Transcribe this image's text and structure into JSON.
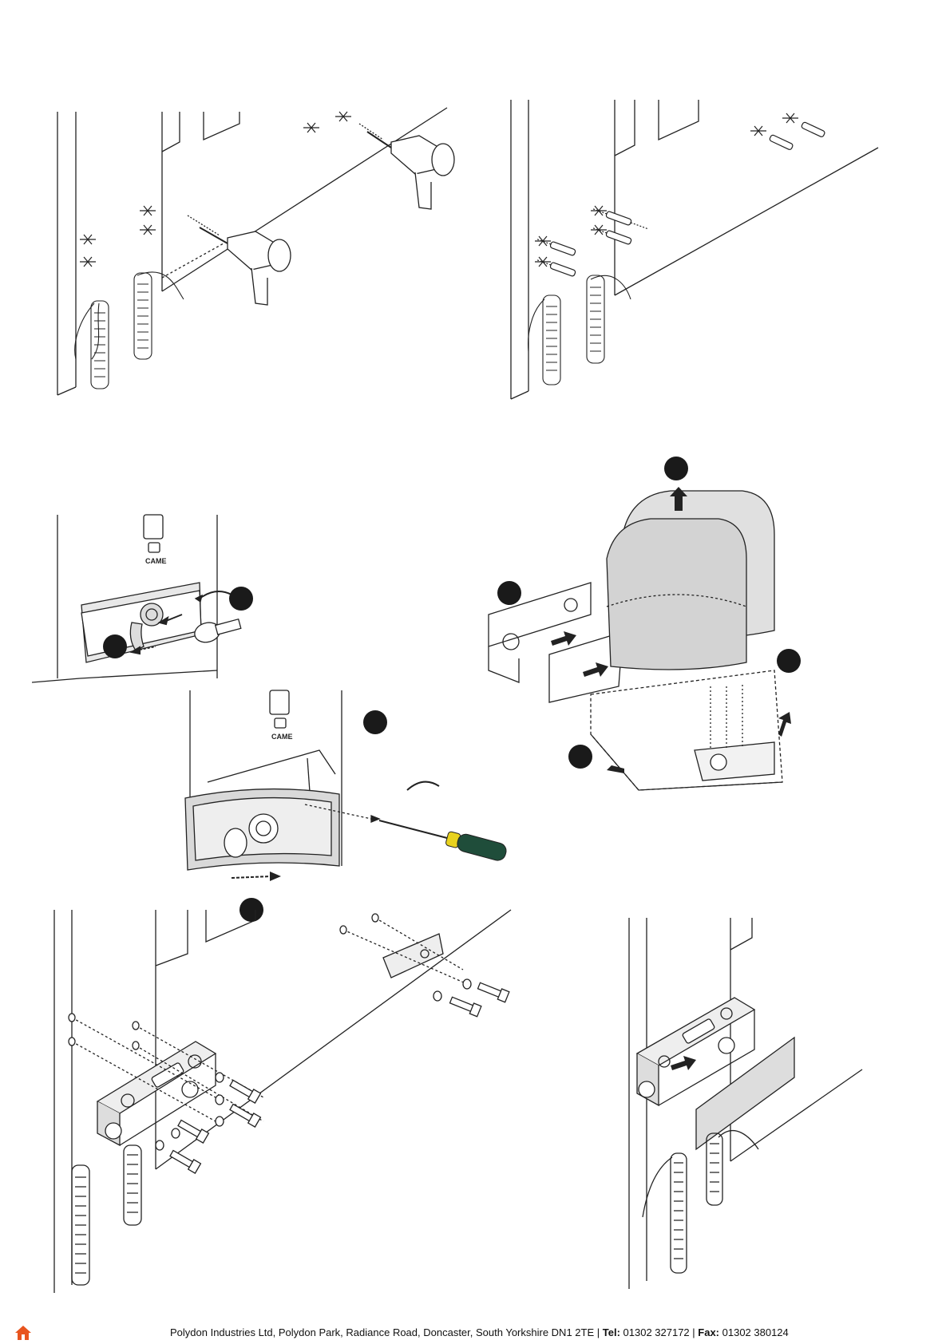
{
  "footer": {
    "company": "Polydon Industries Ltd, Polydon Park, Radiance Road, Doncaster, South Yorkshire DN1 2TE",
    "sep1": " | ",
    "tel_label": "Tel:",
    "tel": " 01302 327172",
    "sep2": " | ",
    "fax_label": "Fax:",
    "fax": " 01302 380124",
    "home_icon": "home-icon",
    "accent": "#e8541e"
  },
  "brand_mark": "CAME",
  "figures": [
    {
      "id": "drill-holes",
      "icon": "drill-icon"
    },
    {
      "id": "insert-plugs",
      "icon": "wall-plug-icon"
    },
    {
      "id": "remove-key-cover",
      "icon": "key-icon"
    },
    {
      "id": "unscrew-cover",
      "icon": "screwdriver-icon"
    },
    {
      "id": "remove-housing",
      "icon": "operator-housing-icon"
    },
    {
      "id": "fix-plate",
      "icon": "bolt-icon"
    },
    {
      "id": "mount-bracket",
      "icon": "bracket-icon"
    }
  ],
  "colors": {
    "line": "#222222",
    "step_dot": "#1a1a1a",
    "screwdriver_handle": "#1f4d3a",
    "screwdriver_band": "#e8d21e",
    "housing": "#d9d9d9"
  }
}
